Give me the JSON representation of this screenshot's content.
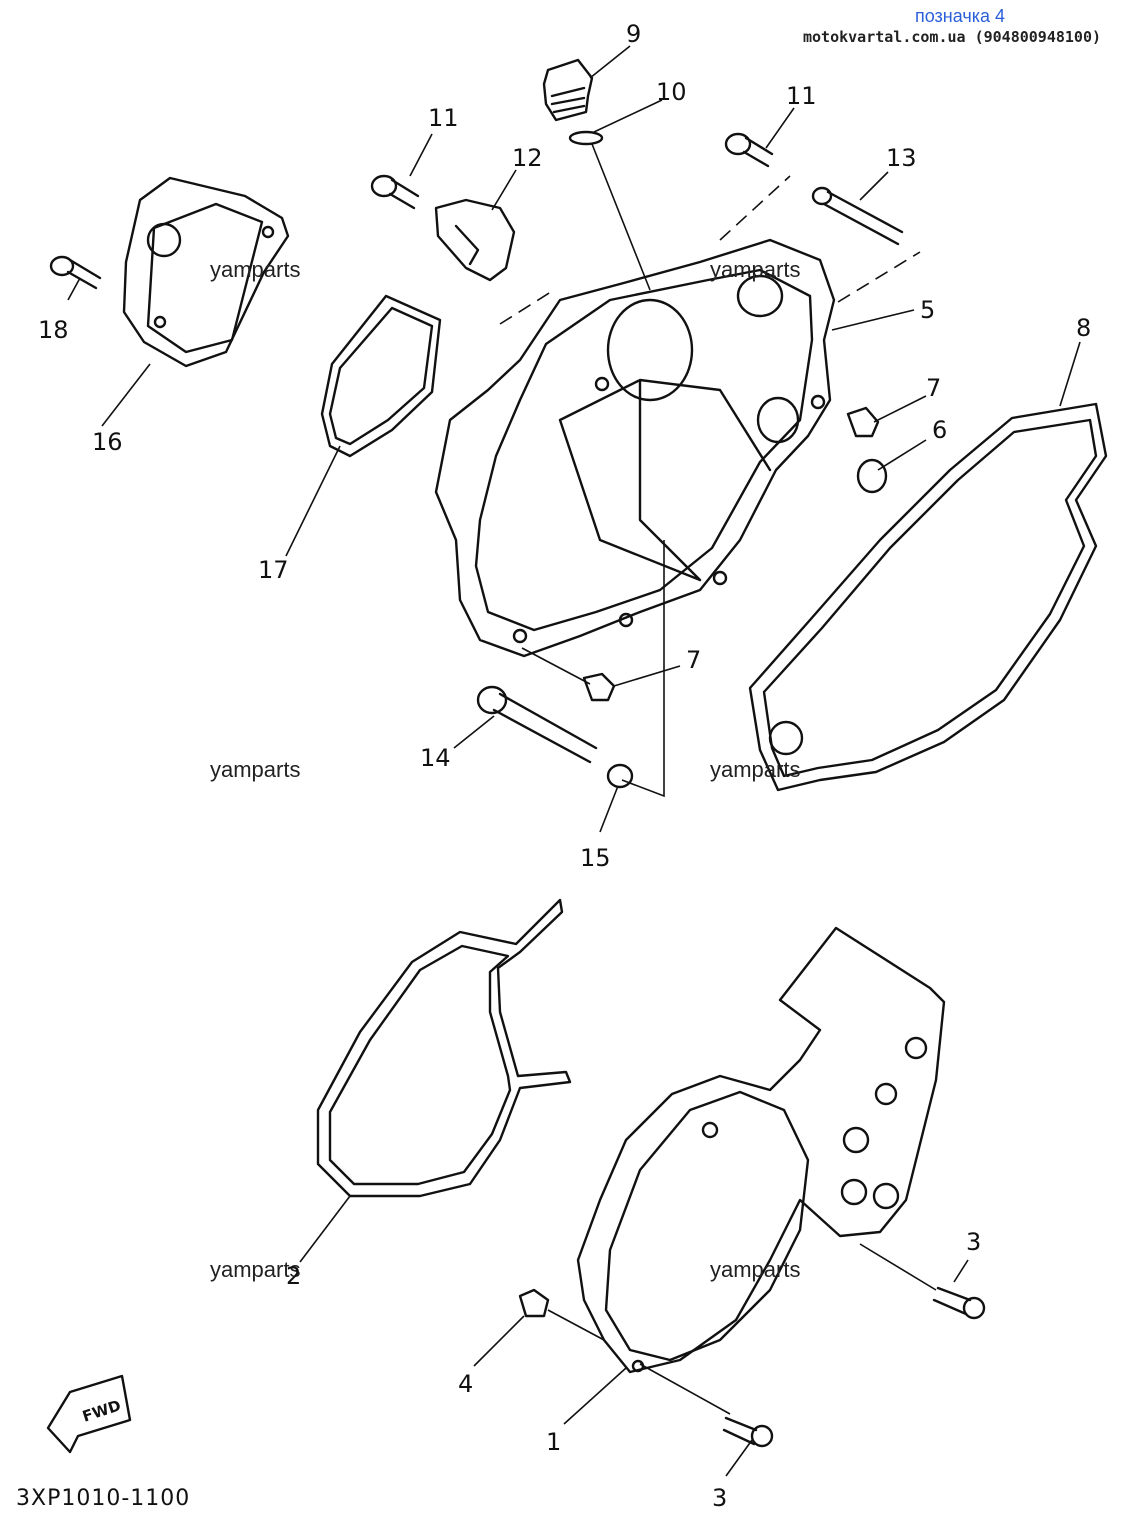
{
  "header": {
    "badge": "позначка 4",
    "site": "motokvartal.com.ua (904800948100)"
  },
  "watermark": "yamparts",
  "diagram_code": "3XP1010-1100",
  "fwd_label": "FWD",
  "callouts": {
    "c1": "1",
    "c2": "2",
    "c3a": "3",
    "c3b": "3",
    "c4": "4",
    "c5": "5",
    "c6": "6",
    "c7a": "7",
    "c7b": "7",
    "c8": "8",
    "c9": "9",
    "c10": "10",
    "c11a": "11",
    "c11b": "11",
    "c12": "12",
    "c13": "13",
    "c14": "14",
    "c15": "15",
    "c16": "16",
    "c17": "17",
    "c18": "18"
  }
}
